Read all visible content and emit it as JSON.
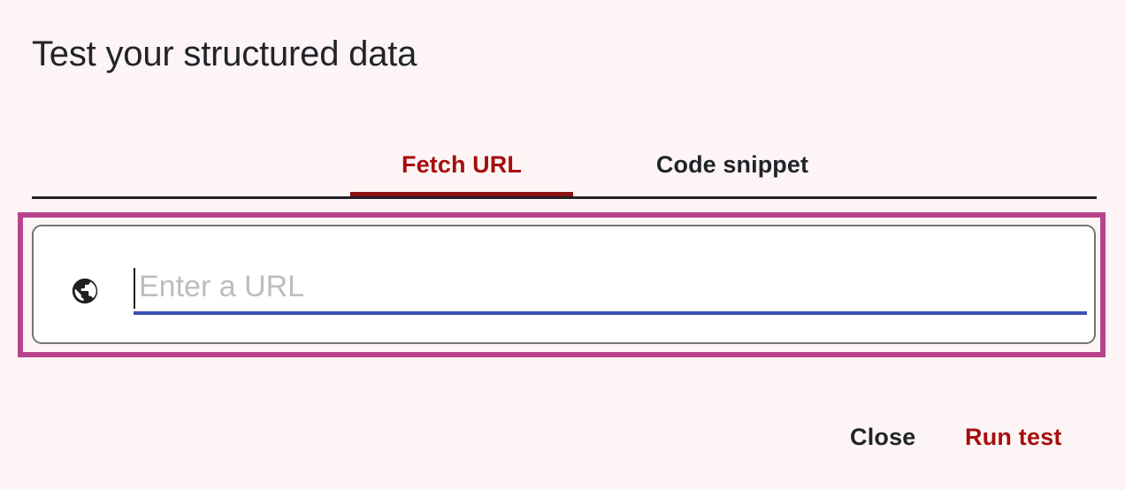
{
  "dialog": {
    "title": "Test your structured data"
  },
  "tabs": {
    "items": [
      {
        "id": "fetch-url",
        "label": "Fetch URL",
        "active": true
      },
      {
        "id": "code-snippet",
        "label": "Code snippet",
        "active": false
      }
    ],
    "active_index": 0
  },
  "url_input": {
    "icon": "globe-icon",
    "value": "",
    "placeholder": "Enter a URL",
    "focused": true,
    "underline_color": "#3f51b5",
    "card_border_color": "#757575"
  },
  "annotation": {
    "type": "highlight-rectangle",
    "color": "#b8438c",
    "target": "url-input-card"
  },
  "actions": [
    {
      "id": "close",
      "label": "Close",
      "style": "text",
      "color": "#21242a"
    },
    {
      "id": "run-test",
      "label": "Run test",
      "style": "text",
      "color": "#a50e0e"
    }
  ],
  "colors": {
    "background": "#fdf5f5",
    "accent_red": "#a50e0e",
    "tab_indicator": "#8c1010",
    "text_primary": "#21242a",
    "placeholder": "#bdbdbd",
    "highlight": "#b8438c",
    "underline_blue": "#3f51b5"
  }
}
